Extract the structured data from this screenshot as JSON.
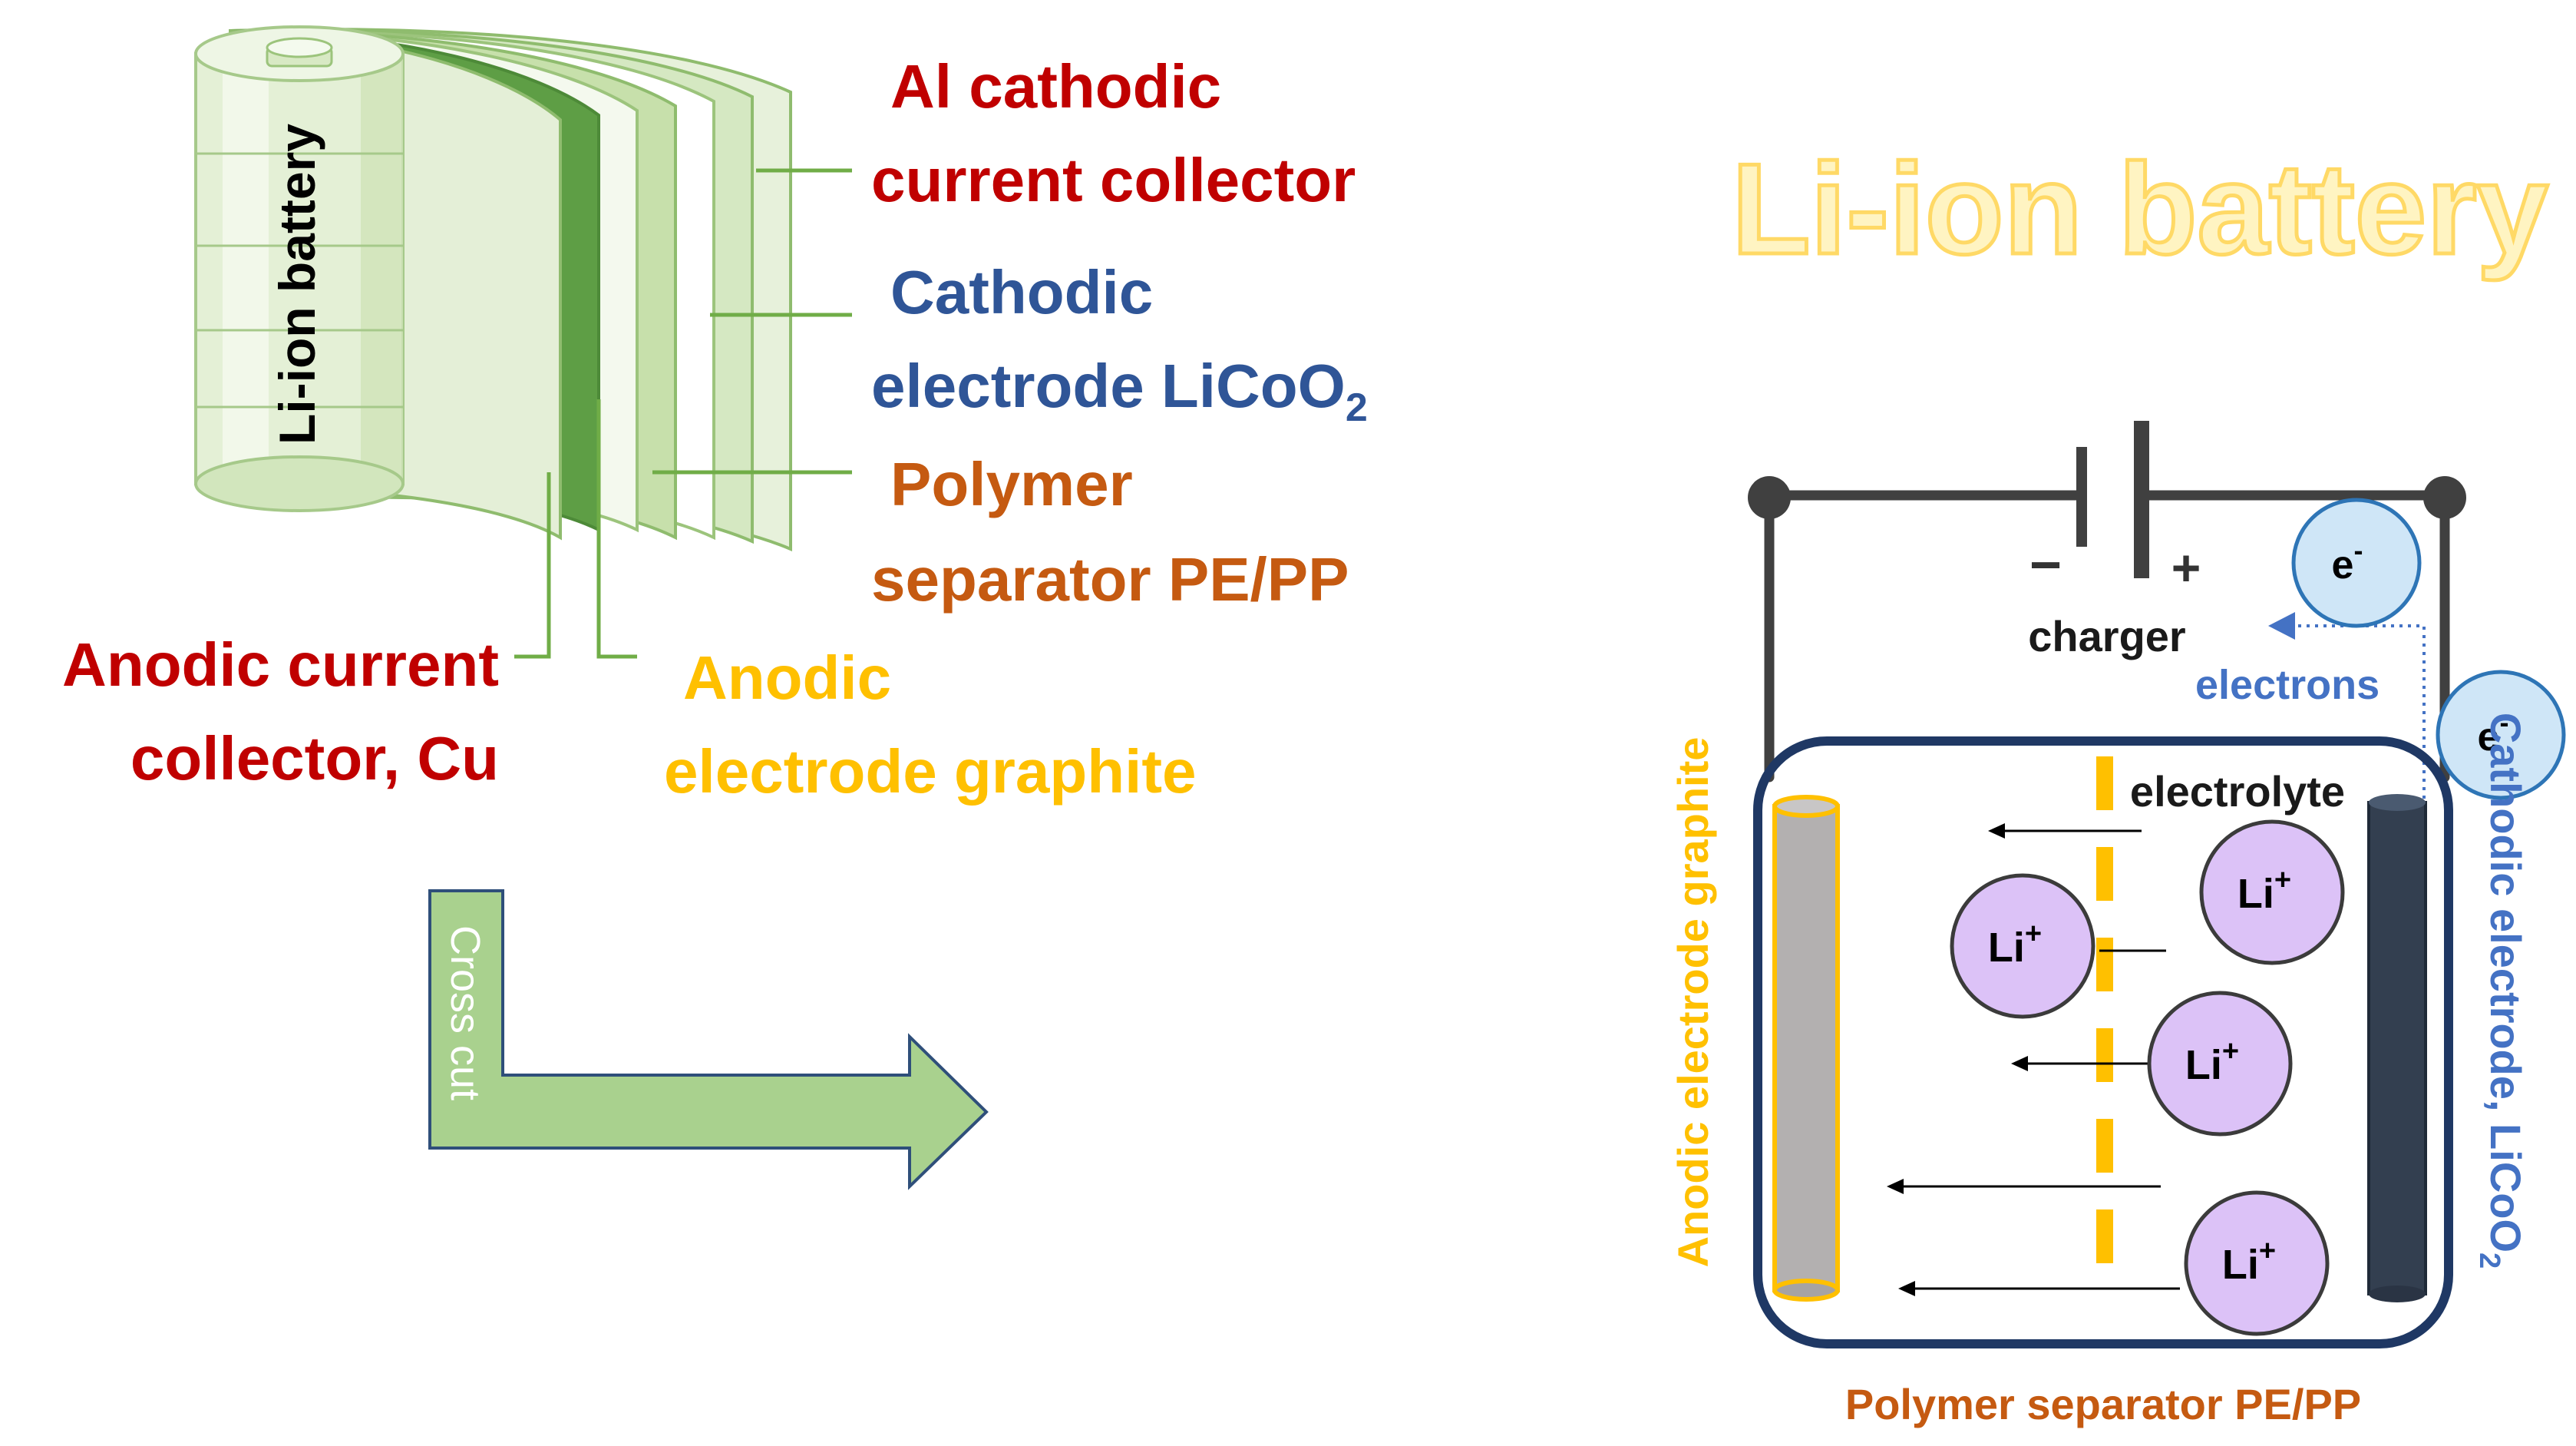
{
  "colors": {
    "dark_red": "#c00000",
    "blue": "#2f5597",
    "brown_orange": "#c55a11",
    "yellow": "#ffc000",
    "light_blue": "#4472c4",
    "navy": "#1f3864",
    "green_fill": "#a9d18e",
    "battery_green": "#dcebc9",
    "ion_purple": "#dcc2f7",
    "electron_blue": "#cfe6f7",
    "graphite_gray": "#b3b0b0",
    "cathode_dark": "#333f50",
    "wire": "#404040"
  },
  "icons": {
    "battery": "rolled-battery-icon",
    "arrow": "cross-cut-arrow-icon"
  },
  "left": {
    "battery_label": "Li-ion battery",
    "al_collector": [
      "Al cathodic",
      "current collector"
    ],
    "cathodic_electrode_line1": "Cathodic",
    "cathodic_electrode_line2": "electrode LiCoO",
    "cathodic_electrode_sub": "2",
    "separator": [
      "Polymer",
      "separator PE/PP"
    ],
    "anodic_collector": [
      "Anodic current",
      "collector, Cu"
    ],
    "anodic_electrode": [
      "Anodic",
      "electrode graphite"
    ],
    "cross_cut": "Cross cut"
  },
  "right": {
    "title": "Li-ion battery",
    "minus": "−",
    "plus": "+",
    "charger": "charger",
    "electrons": "electrons",
    "electron_symbol": "e",
    "electron_charge": "-",
    "electrolyte": "electrolyte",
    "ion_symbol": "Li",
    "ion_charge": "+",
    "anode_side_label": "Anodic electrode graphite",
    "cathode_side_label": "Cathodic electrode, LiCoO",
    "cathode_side_sub": "2",
    "separator_label": "Polymer separator PE/PP"
  }
}
